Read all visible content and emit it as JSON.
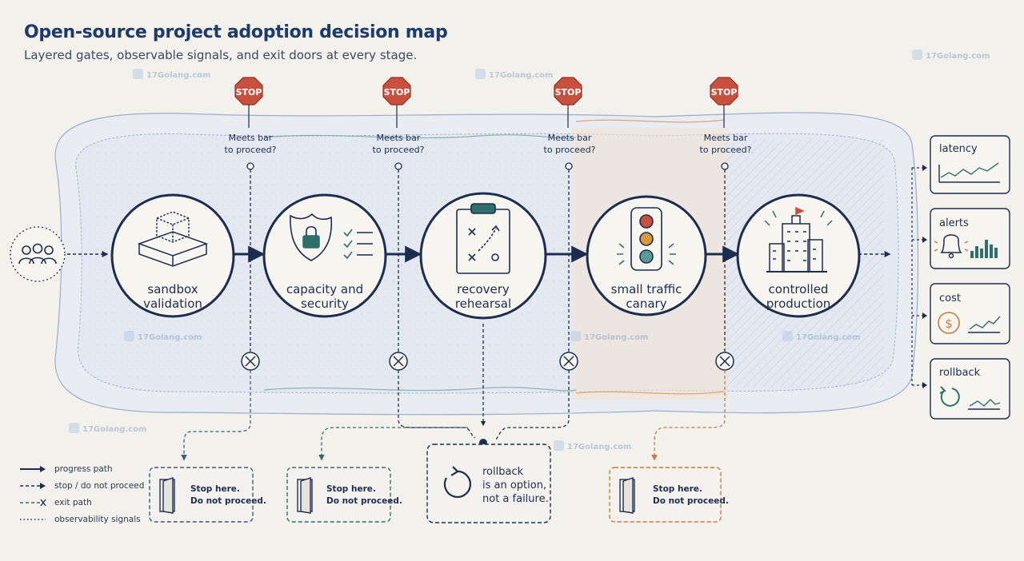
{
  "title": "Open-source project adoption decision map",
  "subtitle": "Layered gates, observable signals, and exit doors at every stage.",
  "stages": [
    {
      "line1": "sandbox",
      "line2": "validation",
      "icon": "sandbox-cube-icon"
    },
    {
      "line1": "capacity and",
      "line2": "security",
      "icon": "shield-lock-icon"
    },
    {
      "line1": "recovery",
      "line2": "rehearsal",
      "icon": "clipboard-plan-icon"
    },
    {
      "line1": "small traffic",
      "line2": "canary",
      "icon": "traffic-light-icon"
    },
    {
      "line1": "controlled",
      "line2": "production",
      "icon": "city-buildings-icon"
    }
  ],
  "gates": [
    {
      "sign": "STOP",
      "q1": "Meets bar",
      "q2": "to proceed?"
    },
    {
      "sign": "STOP",
      "q1": "Meets bar",
      "q2": "to proceed?"
    },
    {
      "sign": "STOP",
      "q1": "Meets bar",
      "q2": "to proceed?"
    },
    {
      "sign": "STOP",
      "q1": "Meets bar",
      "q2": "to proceed?"
    }
  ],
  "exits": [
    {
      "l1": "Stop here.",
      "l2": "Do not proceed.",
      "color": "#3c5a8a"
    },
    {
      "l1": "Stop here.",
      "l2": "Do not proceed.",
      "color": "#2f6f6a"
    },
    {
      "l1": "Stop here.",
      "l2": "Do not proceed.",
      "color": "#c97a3c"
    }
  ],
  "rollback_box": {
    "l1": "rollback",
    "l2": "is an option,",
    "l3": "not a failure."
  },
  "signals": [
    {
      "label": "latency",
      "icon": "line-chart-icon"
    },
    {
      "label": "alerts",
      "icon": "bell-icon"
    },
    {
      "label": "cost",
      "icon": "dollar-coin-icon"
    },
    {
      "label": "rollback",
      "icon": "rollback-arrow-icon"
    }
  ],
  "legend": [
    {
      "label": "progress path"
    },
    {
      "label": "stop / do not proceed"
    },
    {
      "label": "exit path"
    },
    {
      "label": "observability signals"
    }
  ],
  "watermark": "17Golang.com",
  "colors": {
    "navy": "#1c2d4f",
    "orange": "#c97a3c",
    "teal": "#2f6f6a",
    "stop_red": "#c8503f",
    "band_blue": "#8fa6cc"
  }
}
